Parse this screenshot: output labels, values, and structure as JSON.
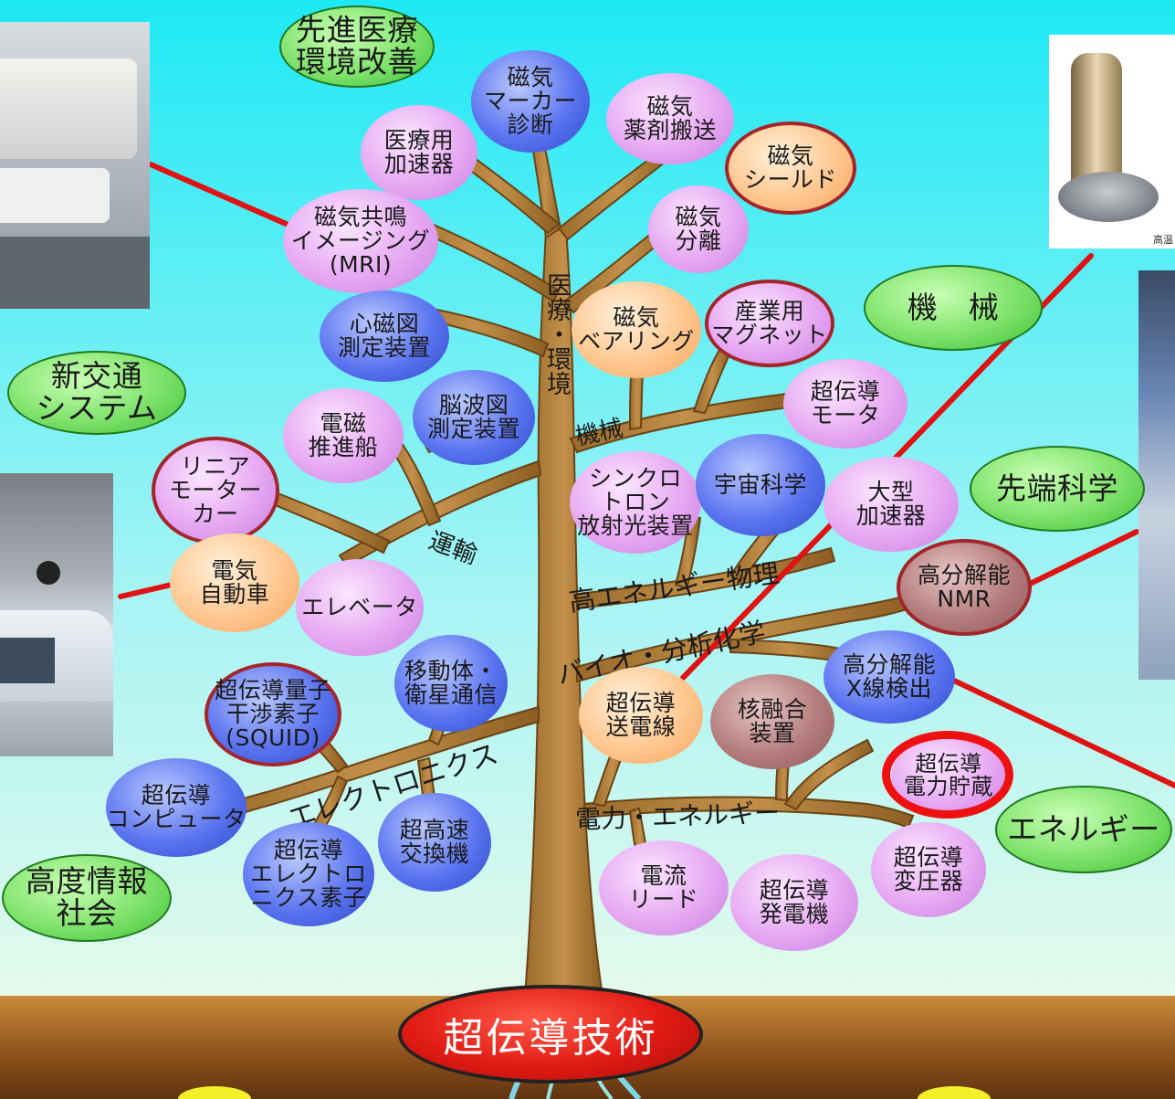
{
  "root": "超伝導技術",
  "categories": [
    {
      "id": "medical",
      "text": "先進医療\n環境改善"
    },
    {
      "id": "transport",
      "text": "新交通\nシステム"
    },
    {
      "id": "info",
      "text": "高度情報\n社会"
    },
    {
      "id": "machine",
      "text": "機　械"
    },
    {
      "id": "science",
      "text": "先端科学"
    },
    {
      "id": "energy",
      "text": "エネルギー"
    }
  ],
  "branches": {
    "medical_env": "医療・環境",
    "machine": "機械",
    "transport": "運輸",
    "high_energy": "高エネルギー物理",
    "bio": "バイオ・分析化学",
    "electronics": "エレクトロニクス",
    "power": "電力・エネルギー"
  },
  "nodes": [
    {
      "id": "mag-marker",
      "text": "磁気\nマーカー\n診断",
      "color": "blue"
    },
    {
      "id": "mag-drug",
      "text": "磁気\n薬剤搬送",
      "color": "pink"
    },
    {
      "id": "med-accel",
      "text": "医療用\n加速器",
      "color": "pink"
    },
    {
      "id": "mag-shield",
      "text": "磁気\nシールド",
      "color": "orange"
    },
    {
      "id": "mri",
      "text": "磁気共鳴\nイメージング\n(MRI)",
      "color": "pink"
    },
    {
      "id": "mag-sep",
      "text": "磁気\n分離",
      "color": "pink"
    },
    {
      "id": "mcg",
      "text": "心磁図\n測定装置",
      "color": "blue"
    },
    {
      "id": "mag-bearing",
      "text": "磁気\nベアリング",
      "color": "orange"
    },
    {
      "id": "ind-magnet",
      "text": "産業用\nマグネット",
      "color": "pink"
    },
    {
      "id": "sc-motor",
      "text": "超伝導\nモータ",
      "color": "pink"
    },
    {
      "id": "em-ship",
      "text": "電磁\n推進船",
      "color": "pink"
    },
    {
      "id": "eeg",
      "text": "脳波図\n測定装置",
      "color": "blue"
    },
    {
      "id": "linear",
      "text": "リニア\nモーター\nカー",
      "color": "pink"
    },
    {
      "id": "synchrotron",
      "text": "シンクロ\nトロン\n放射光装置",
      "color": "pink"
    },
    {
      "id": "space",
      "text": "宇宙科学",
      "color": "blue"
    },
    {
      "id": "big-accel",
      "text": "大型\n加速器",
      "color": "pink"
    },
    {
      "id": "ev",
      "text": "電気\n自動車",
      "color": "orange"
    },
    {
      "id": "elevator",
      "text": "エレベータ",
      "color": "pink"
    },
    {
      "id": "nmr",
      "text": "高分解能\nNMR",
      "color": "mauve"
    },
    {
      "id": "xray",
      "text": "高分解能\nX線検出",
      "color": "blue"
    },
    {
      "id": "mobile",
      "text": "移動体・\n衛星通信",
      "color": "blue"
    },
    {
      "id": "squid",
      "text": "超伝導量子\n干渉素子\n(SQUID)",
      "color": "blue"
    },
    {
      "id": "sc-cable",
      "text": "超伝導\n送電線",
      "color": "orange"
    },
    {
      "id": "fusion",
      "text": "核融合\n装置",
      "color": "mauve"
    },
    {
      "id": "smes",
      "text": "超伝導\n電力貯蔵",
      "color": "pink"
    },
    {
      "id": "sc-computer",
      "text": "超伝導\nコンピュータ",
      "color": "blue"
    },
    {
      "id": "sc-electronics",
      "text": "超伝導\nエレクトロ\nニクス素子",
      "color": "blue"
    },
    {
      "id": "hs-switch",
      "text": "超高速\n交換機",
      "color": "blue"
    },
    {
      "id": "current-lead",
      "text": "電流\nリード",
      "color": "pink"
    },
    {
      "id": "sc-generator",
      "text": "超伝導\n発電機",
      "color": "pink"
    },
    {
      "id": "sc-transformer",
      "text": "超伝導\n変圧器",
      "color": "pink"
    }
  ],
  "photo_caption": "高温"
}
